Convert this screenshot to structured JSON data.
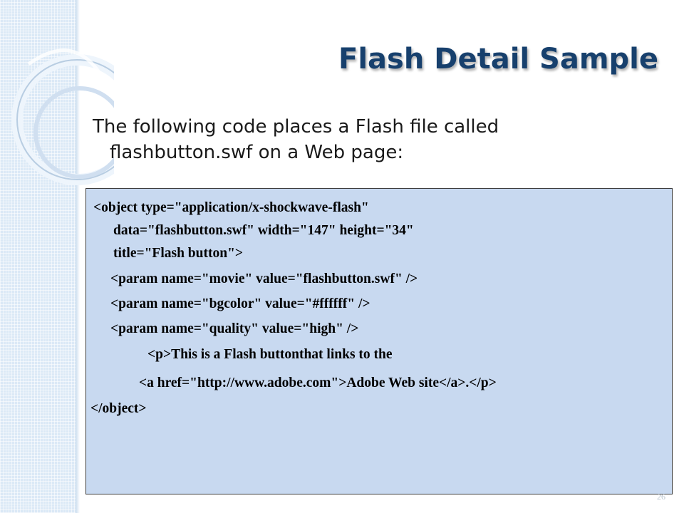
{
  "slide": {
    "title": "Flash Detail Sample",
    "intro_line1": "The following code places a Flash file called",
    "intro_line2": "flashbutton.swf on a Web page:",
    "code_lines": [
      "<object type=\"application/x-shockwave-flash\"",
      "data=\"flashbutton.swf\" width=\"147\" height=\"34\"",
      "title=\"Flash button\">",
      "<param name=\"movie\" value=\"flashbutton.swf\" />",
      "<param name=\"bgcolor\" value=\"#ffffff\" />",
      "<param name=\"quality\" value=\"high\" />",
      "<p>This is a Flash buttonthat links to the",
      "<a href=\"http://www.adobe.com\">Adobe Web site</a>.</p>",
      "</object>"
    ],
    "page_number": "26"
  },
  "colors": {
    "title": "#17406d",
    "code_background": "#c8d9f0",
    "side_band": "#dbe9f6"
  }
}
